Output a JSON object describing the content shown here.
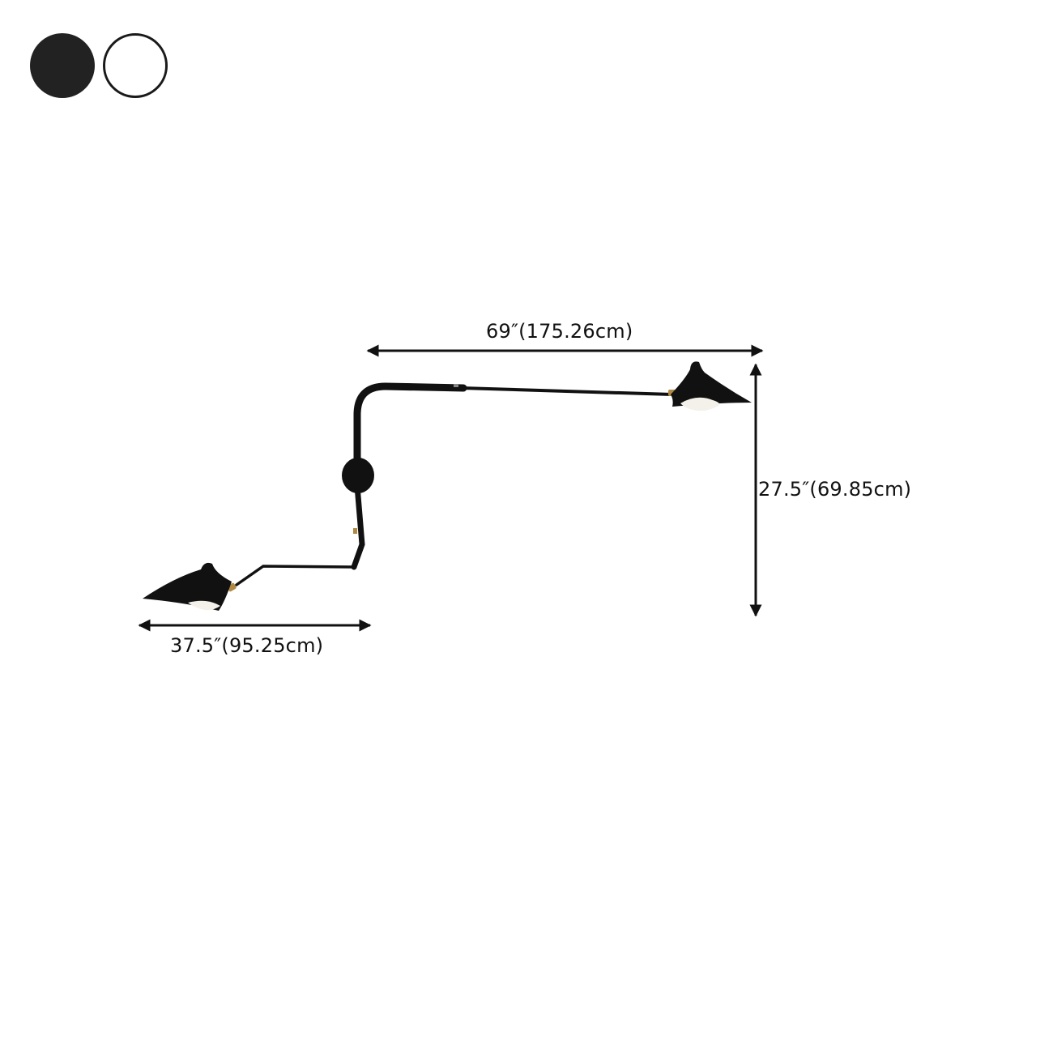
{
  "color_options": [
    {
      "name": "Black",
      "color": "#222222"
    },
    {
      "name": "White",
      "color": "#ffffff"
    }
  ],
  "dimensions": {
    "overall_width": "69″(175.26cm)",
    "height": "27.5″(69.85cm)",
    "reach": "37.5″(95.25cm)"
  },
  "colors": {
    "lamp_black": "#111111",
    "shade_inner": "#f4f1ea",
    "brass": "#b08a45"
  }
}
